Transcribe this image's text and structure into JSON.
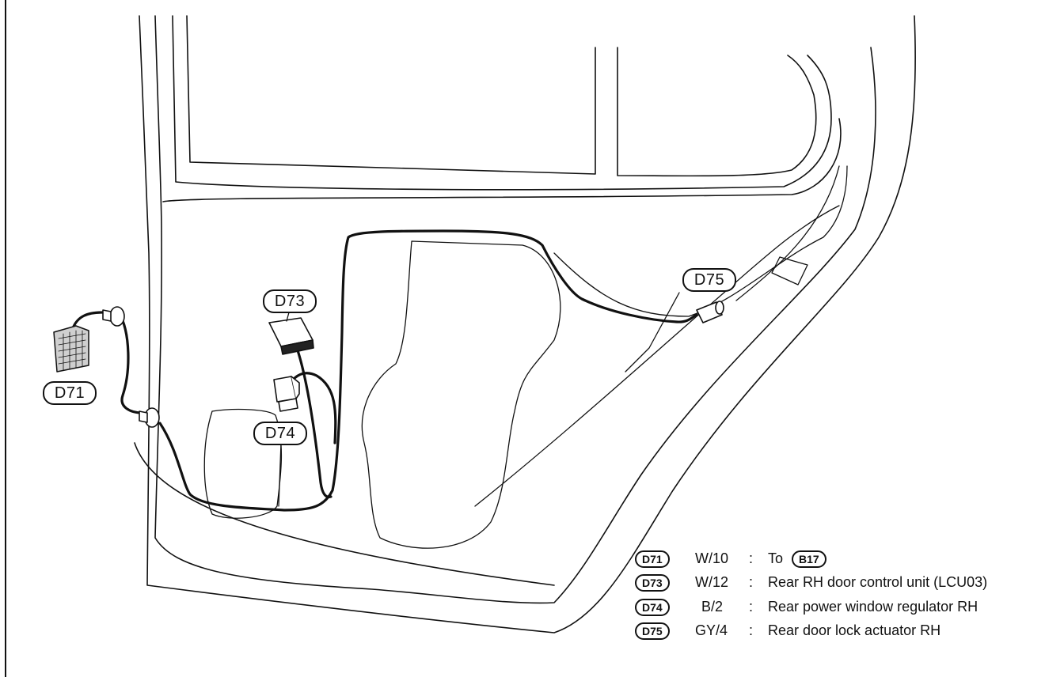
{
  "callouts": {
    "d71": "D71",
    "d73": "D73",
    "d74": "D74",
    "d75": "D75"
  },
  "legend": [
    {
      "code": "D71",
      "wire": "W/10",
      "sep": ":",
      "desc": "To",
      "target": "B17"
    },
    {
      "code": "D73",
      "wire": "W/12",
      "sep": ":",
      "desc": "Rear RH door control unit (LCU03)"
    },
    {
      "code": "D74",
      "wire": "B/2",
      "sep": ":",
      "desc": "Rear power window regulator RH"
    },
    {
      "code": "D75",
      "wire": "GY/4",
      "sep": ":",
      "desc": "Rear door lock actuator RH"
    }
  ]
}
